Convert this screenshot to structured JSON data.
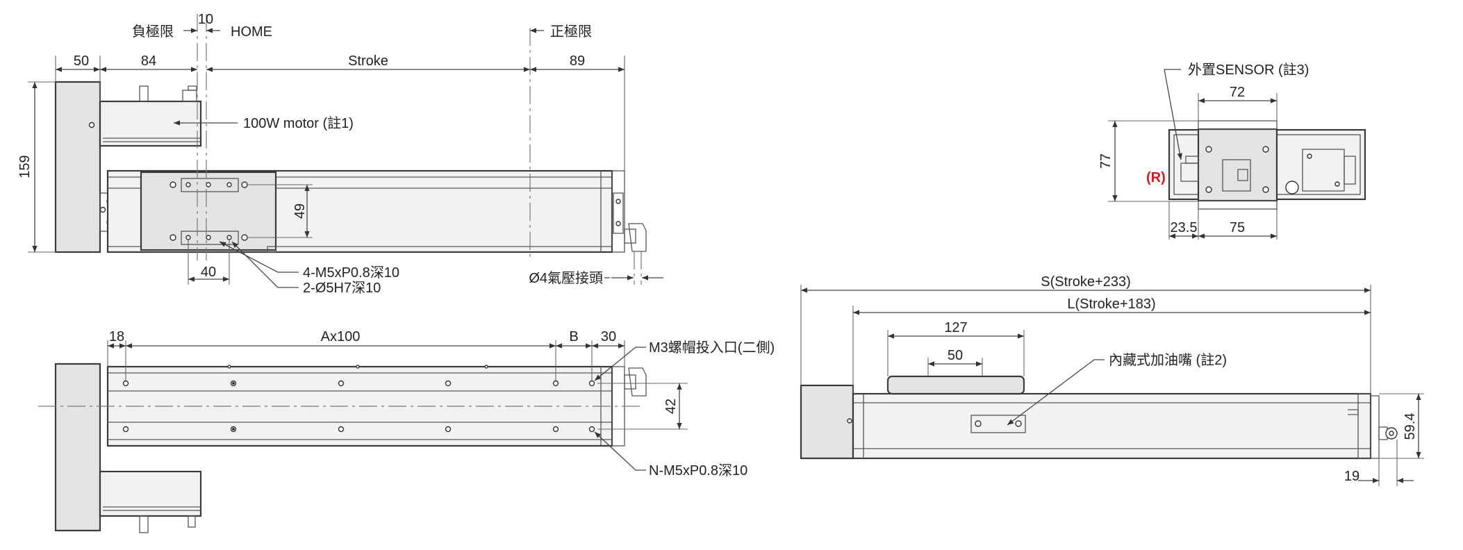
{
  "top_view": {
    "dim_50": "50",
    "dim_84": "84",
    "dim_10": "10",
    "label_neg_limit": "負極限",
    "label_home": "HOME",
    "dim_stroke": "Stroke",
    "label_pos_limit": "正極限",
    "dim_89": "89",
    "dim_159": "159",
    "label_motor": "100W motor (註1)",
    "dim_49": "49",
    "dim_40": "40",
    "label_tap": "4-M5xP0.8深10",
    "label_pin": "2-Ø5H7深10",
    "label_air": "Ø4氣壓接頭"
  },
  "bottom_view": {
    "dim_18": "18",
    "dim_a100": "Ax100",
    "dim_b": "B",
    "dim_30": "30",
    "label_m3": "M3螺帽投入口(二側)",
    "dim_42": "42",
    "label_n": "N-M5xP0.8深10"
  },
  "end_view": {
    "label_sensor": "外置SENSOR (註3)",
    "dim_72": "72",
    "dim_77": "77",
    "label_r": "(R)",
    "dim_23_5": "23.5",
    "dim_75": "75"
  },
  "side_view": {
    "dim_s": "S(Stroke+233)",
    "dim_l": "L(Stroke+183)",
    "dim_127": "127",
    "dim_50": "50",
    "label_grease": "內藏式加油嘴 (註2)",
    "dim_59_4": "59.4",
    "dim_19": "19"
  },
  "colors": {
    "line": "#3a3a3a",
    "body_fill": "#f2f2f2",
    "block_fill": "#e4e4e4",
    "highlight": "#d71920"
  }
}
